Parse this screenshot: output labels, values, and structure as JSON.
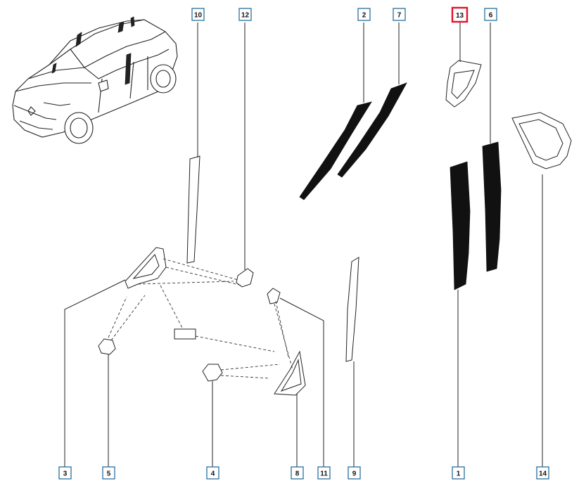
{
  "diagram": {
    "callouts": [
      {
        "id": "1",
        "label": "1",
        "highlight": false
      },
      {
        "id": "2",
        "label": "2",
        "highlight": false
      },
      {
        "id": "3",
        "label": "3",
        "highlight": false
      },
      {
        "id": "4",
        "label": "4",
        "highlight": false
      },
      {
        "id": "5",
        "label": "5",
        "highlight": false
      },
      {
        "id": "6",
        "label": "6",
        "highlight": false
      },
      {
        "id": "7",
        "label": "7",
        "highlight": false
      },
      {
        "id": "8",
        "label": "8",
        "highlight": false
      },
      {
        "id": "9",
        "label": "9",
        "highlight": false
      },
      {
        "id": "10",
        "label": "10",
        "highlight": false
      },
      {
        "id": "11",
        "label": "11",
        "highlight": false
      },
      {
        "id": "12",
        "label": "12",
        "highlight": false
      },
      {
        "id": "13",
        "label": "13",
        "highlight": true
      },
      {
        "id": "14",
        "label": "14",
        "highlight": false
      }
    ],
    "colors": {
      "callout_border": "#2a6f9e",
      "highlight_border": "#e3122a",
      "part_fill": "#111111",
      "line": "#222222"
    }
  }
}
